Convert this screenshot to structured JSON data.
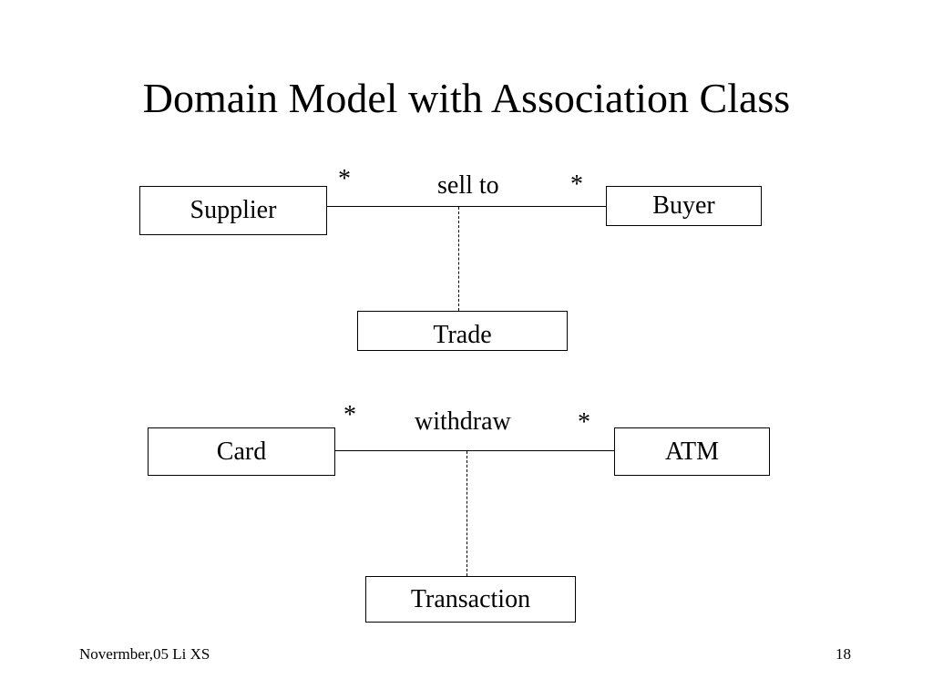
{
  "slide": {
    "title": "Domain Model with Association Class",
    "footer_left": "Novermber,05 Li XS",
    "page_number": "18"
  },
  "diagram1": {
    "left_class": "Supplier",
    "right_class": "Buyer",
    "association": "sell to",
    "left_multiplicity": "*",
    "right_multiplicity": "*",
    "association_class": "Trade"
  },
  "diagram2": {
    "left_class": "Card",
    "right_class": "ATM",
    "association": "withdraw",
    "left_multiplicity": "*",
    "right_multiplicity": "*",
    "association_class": "Transaction"
  }
}
